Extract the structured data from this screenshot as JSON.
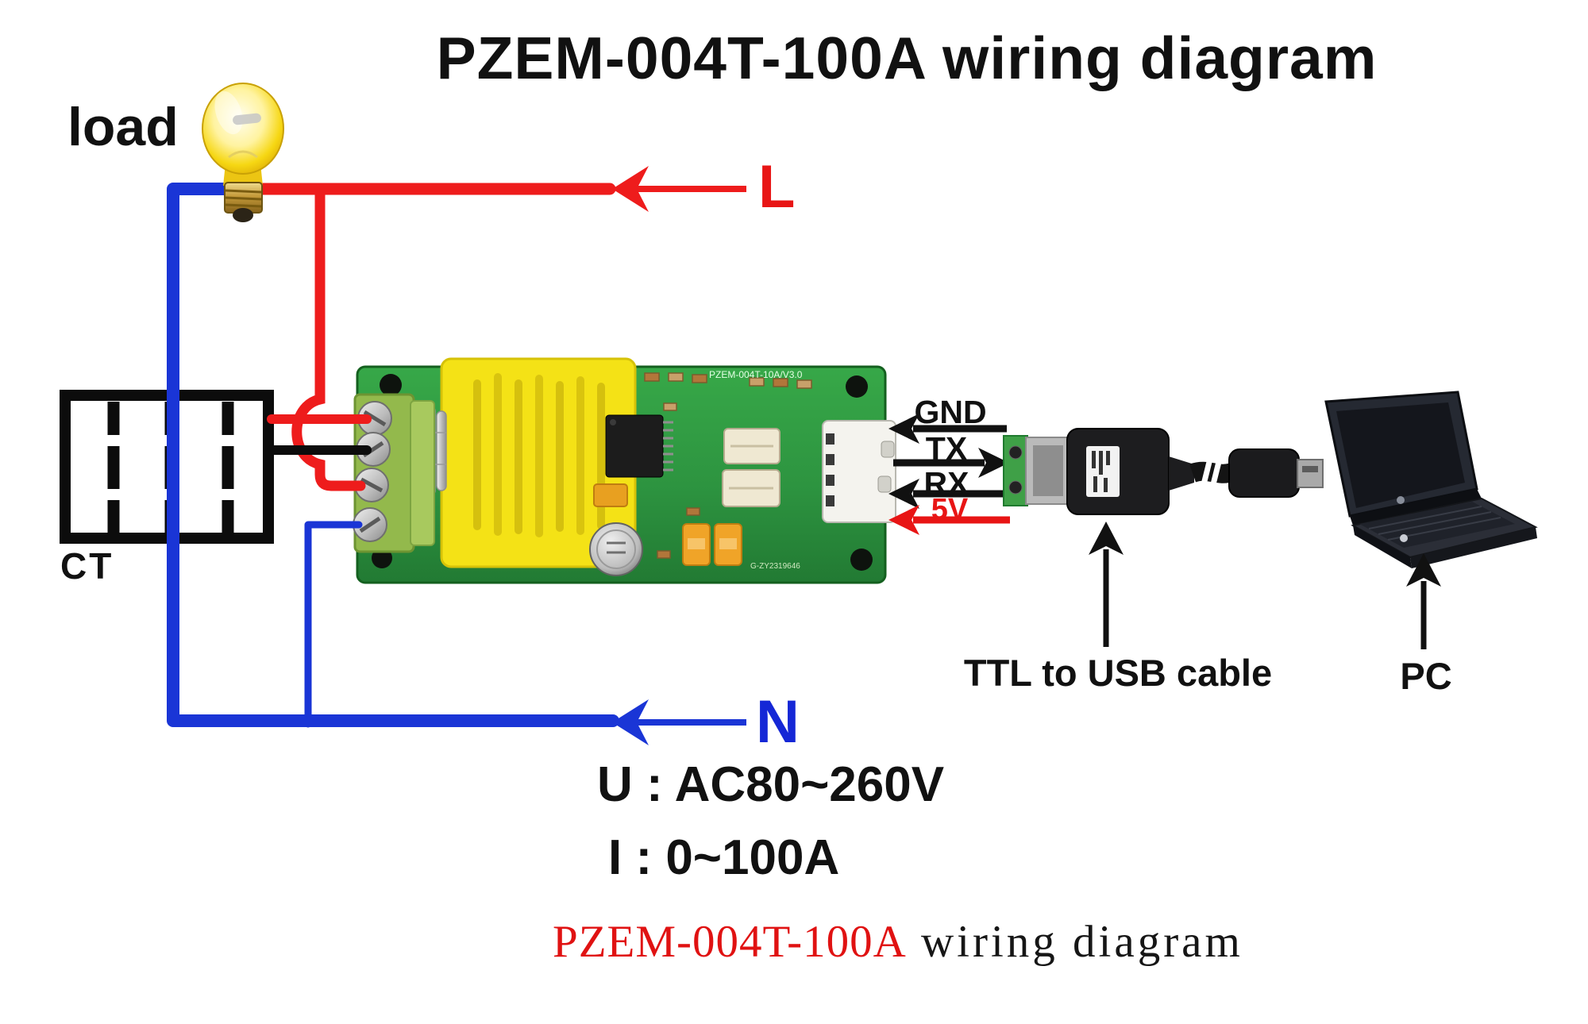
{
  "title": "PZEM-004T-100A wiring diagram",
  "labels": {
    "load": "load",
    "ct": "CT",
    "line": "L",
    "neutral": "N",
    "gnd": "GND",
    "tx": "TX",
    "rx": "RX",
    "v5": "5V",
    "ttl_cable": "TTL to USB cable",
    "pc": "PC"
  },
  "specs": {
    "voltage": "U : AC80~260V",
    "current": "I : 0~100A"
  },
  "caption": {
    "model": "PZEM-004T-100A",
    "rest": " wiring diagram"
  },
  "pcb_silk": {
    "top": "PZEM-004T-10A/V3.0",
    "bottom": "G-ZY2319646"
  },
  "colors": {
    "live_wire": "#ee1c1c",
    "neutral_wire": "#1a35d6",
    "board_green": "#2f9e41",
    "transformer_yellow": "#f4e216",
    "caption_red": "#e01212"
  }
}
